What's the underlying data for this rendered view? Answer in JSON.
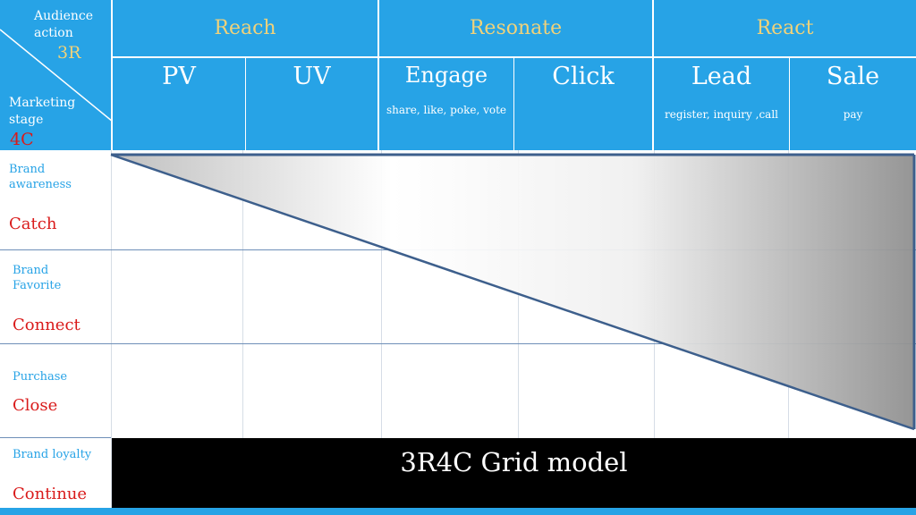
{
  "header": {
    "corner": {
      "audience_action": "Audience\naction",
      "three_r": "3R",
      "marketing_stage": "Marketing\nstage",
      "four_c": "4C"
    },
    "groups": [
      "Reach",
      "Resonate",
      "React"
    ],
    "columns": [
      {
        "label": "PV",
        "sub": ""
      },
      {
        "label": "UV",
        "sub": ""
      },
      {
        "label": "Engage",
        "sub": "share, like, poke, vote"
      },
      {
        "label": "Click",
        "sub": ""
      },
      {
        "label": "Lead",
        "sub": "register, inquiry ,call"
      },
      {
        "label": "Sale",
        "sub": "pay"
      }
    ]
  },
  "rows": [
    {
      "stage": "Brand\nawareness",
      "c": "Catch"
    },
    {
      "stage": "Brand\nFavorite",
      "c": "Connect"
    },
    {
      "stage": "Purchase",
      "c": "Close"
    },
    {
      "stage": "Brand loyalty",
      "c": "Continue"
    }
  ],
  "title": "3R4C Grid model",
  "colors": {
    "header_blue": "#27a3e6",
    "gold": "#f0d27a",
    "red": "#d91a1a",
    "diagonal": "#3d5f8c"
  }
}
